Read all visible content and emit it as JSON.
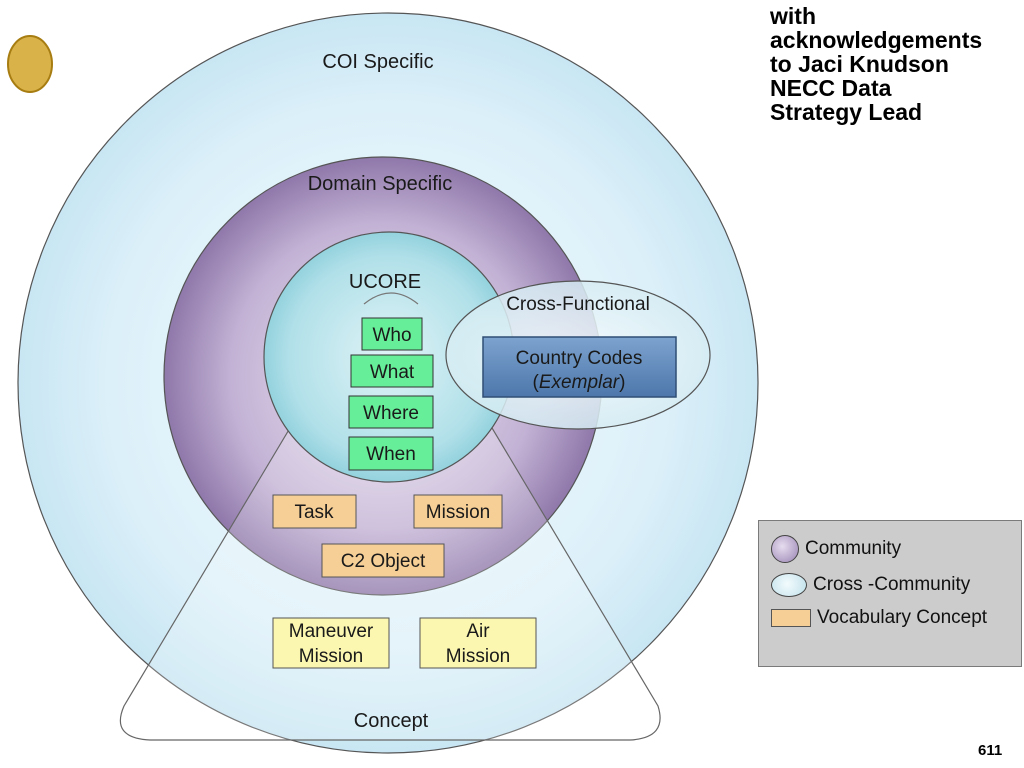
{
  "acknowledgement": [
    "with",
    "acknowledgements",
    "to Jaci Knudson",
    "NECC Data",
    "Strategy Lead"
  ],
  "page_number": "611",
  "diagram": {
    "outer_label": "COI Specific",
    "domain_label": "Domain Specific",
    "ucore_label": "UCORE",
    "cross_functional_label": "Cross-Functional",
    "country_codes_line1": "Country Codes",
    "country_codes_line2_open": "(",
    "country_codes_line2_italic": "Exemplar",
    "country_codes_line2_close": ")",
    "concept_label": "Concept",
    "ucore_items": [
      "Who",
      "What",
      "Where",
      "When"
    ],
    "domain_items": [
      "Task",
      "Mission",
      "C2 Object"
    ],
    "concept_items": [
      {
        "line1": "Maneuver",
        "line2": "Mission"
      },
      {
        "line1": "Air",
        "line2": "Mission"
      }
    ]
  },
  "legend": {
    "community": "Community",
    "cross_community": "Cross -Community",
    "vocabulary": "Vocabulary Concept"
  },
  "colors": {
    "outer_circle": "#d9eef8",
    "domain_circle": "#9b86b4",
    "ucore_circle": "#a9dce6",
    "ucore_box": "#66ee99",
    "vocab_box": "#f6cf97",
    "concept_box": "#fbf7b0",
    "country_box": "#5b84b4",
    "legend_bg": "#cccccc"
  }
}
